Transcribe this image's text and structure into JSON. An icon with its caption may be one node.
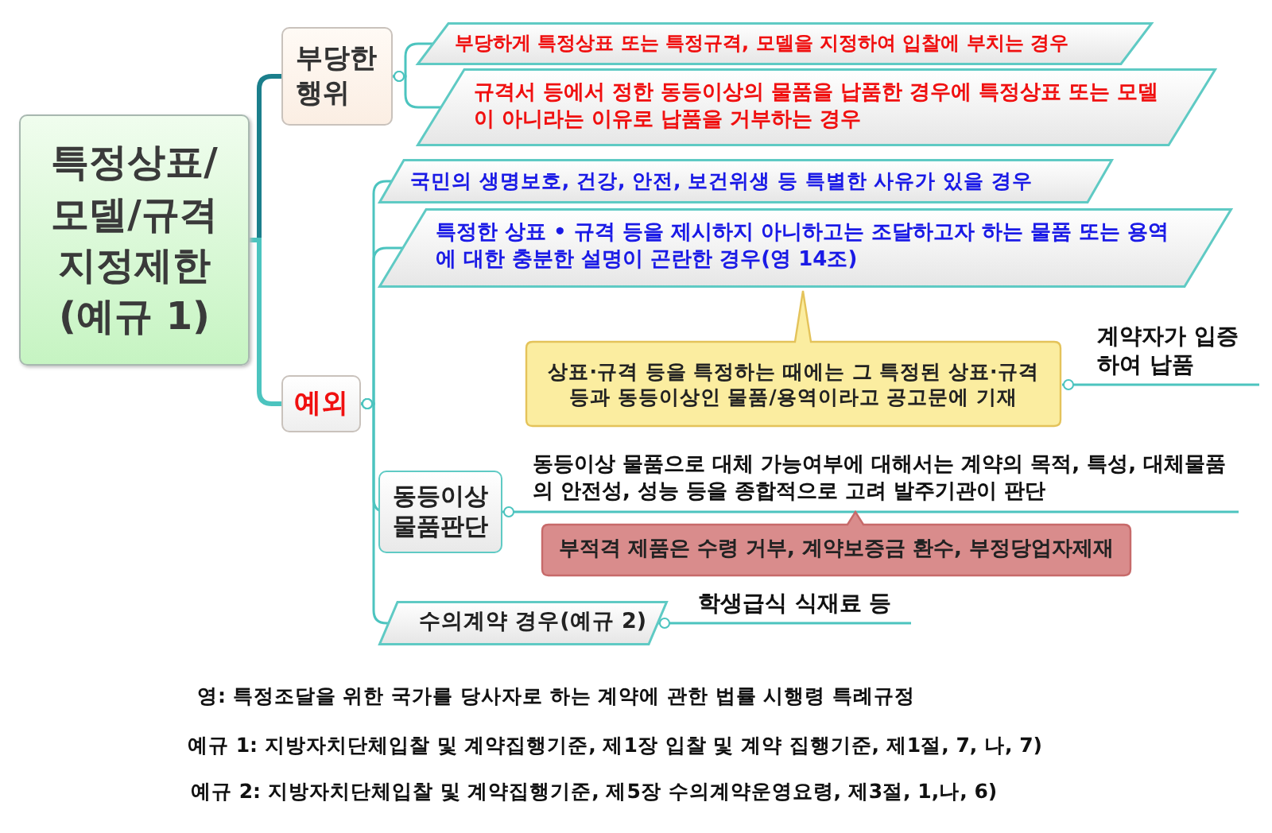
{
  "diagram": {
    "nodes": [
      {
        "text": [
          "특정상표/ 모델/규격 지정제한 (예규 1)"
        ]
      },
      {
        "text": [
          "부당한 행위"
        ]
      },
      {
        "text": [
          "부당하게 특정상표 또는 특정규격, 모델을 지정하여 입찰에 부치는 경우"
        ]
      },
      {
        "text": [
          "규격서 등에서 정한 동등이상의 물품을 납품한 경우에 특정상표 또는 모델이 아니라는 이유로 납품을 거부하는 경우"
        ]
      },
      {
        "text": [
          "예외"
        ]
      },
      {
        "text": [
          "국민의 생명보호, 건강, 안전, 보건위생 등 특별한 사유가 있을 경우"
        ]
      },
      {
        "text": [
          "특정한 상표 • 규격 등을 제시하지 아니하고는 조달하고자 하는 물품 또는 용역에 대한 충분한 설명이 곤란한 경우(영 14조)"
        ]
      },
      {
        "text": [
          "상표·규격 등을 특정하는 때에는 그 특정된 상표·규격 등과 동등이상인 물품/용역이라고 공고문에 기재"
        ]
      },
      {
        "text": [
          "계약자가 입증 하여 납품"
        ]
      },
      {
        "text": [
          "동등이상 물품판단"
        ]
      },
      {
        "text": [
          "동등이상 물품으로 대체 가능여부에 대해서는 계약의 목적, 특성, 대체물품의 안전성, 성능 등을 종합적으로 고려 발주기관이 판단"
        ]
      },
      {
        "text": [
          "부적격 제품은 수령 거부, 계약보증금 환수, 부정당업자제재"
        ]
      },
      {
        "text": [
          "수의계약 경우(예규 2)"
        ]
      },
      {
        "text": [
          "학생급식 식재료 등"
        ]
      }
    ],
    "edges": [
      {
        "from": 0,
        "to": 1,
        "arrow": "none",
        "style": "thick",
        "color": "#1b7f8c"
      },
      {
        "from": 0,
        "to": 4,
        "arrow": "none",
        "style": "thick"
      },
      {
        "from": 1,
        "to": 2,
        "arrow": "other"
      },
      {
        "from": 1,
        "to": 3,
        "arrow": "other"
      },
      {
        "from": 4,
        "to": 5,
        "arrow": "other"
      },
      {
        "from": 4,
        "to": 6,
        "arrow": "other"
      },
      {
        "from": 4,
        "to": 9,
        "arrow": "other"
      },
      {
        "from": 4,
        "to": 12,
        "arrow": "other"
      },
      {
        "from": 7,
        "to": 8,
        "arrow": "other"
      },
      {
        "from": 9,
        "to": 10,
        "arrow": "other"
      },
      {
        "from": 12,
        "to": 13,
        "arrow": "other"
      }
    ],
    "labels": [
      "영: 특정조달을 위한 국가를 당사자로 하는 계약에 관한 법률 시행령 특례규정",
      "예규 1: 지방자치단체입찰 및 계약집행기준, 제1장 입찰 및 계약 집행기준, 제1절, 7, 나, 7)",
      "예규 2: 지방자치단체입찰 및 계약집행기준, 제5장 수의계약운영요령, 제3절, 1,나, 6)"
    ]
  }
}
